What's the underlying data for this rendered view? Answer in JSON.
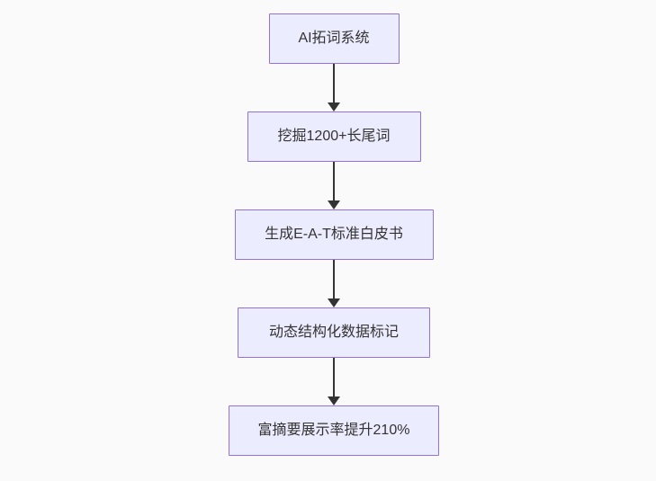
{
  "diagram": {
    "type": "flowchart",
    "direction": "top-down",
    "nodes": [
      {
        "id": "n1",
        "label": "AI拓词系统"
      },
      {
        "id": "n2",
        "label": "挖掘1200+长尾词"
      },
      {
        "id": "n3",
        "label": "生成E-A-T标准白皮书"
      },
      {
        "id": "n4",
        "label": "动态结构化数据标记"
      },
      {
        "id": "n5",
        "label": "富摘要展示率提升210%"
      }
    ],
    "edges": [
      {
        "from": "n1",
        "to": "n2",
        "style": "arrow-down"
      },
      {
        "from": "n2",
        "to": "n3",
        "style": "arrow-down"
      },
      {
        "from": "n3",
        "to": "n4",
        "style": "arrow-down"
      },
      {
        "from": "n4",
        "to": "n5",
        "style": "arrow-down"
      }
    ],
    "colors": {
      "bg": "#fafafa",
      "node-fill": "#ececff",
      "node-border": "#9370db",
      "text": "#333333",
      "arrow": "#333333"
    }
  }
}
